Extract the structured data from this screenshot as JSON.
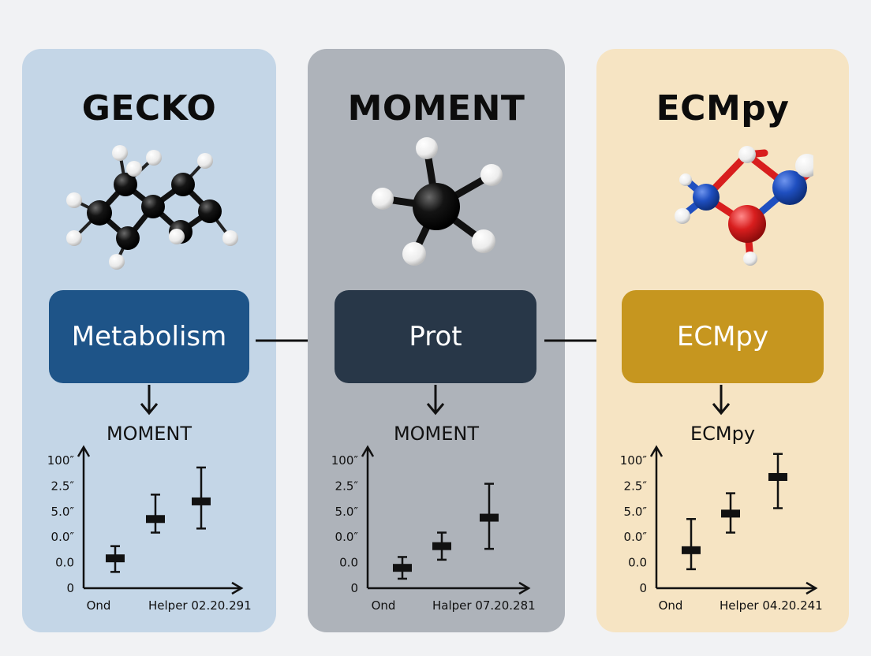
{
  "colors": {
    "panel_gecko": "#c4d6e7",
    "panel_moment": "#aeb3ba",
    "panel_ecmpy": "#f6e4c3",
    "box_gecko": "#1e5488",
    "box_moment": "#283748",
    "box_ecmpy": "#c6961f",
    "atom_carbon": "#0d0d0d",
    "atom_hydrogen": "#f2f2f2",
    "atom_oxygen": "#d81e1e",
    "atom_nitrogen": "#1f4fc0"
  },
  "panels": [
    {
      "title": "GECKO",
      "molecule_icon": "cyclic-hydrocarbon-molecule-icon",
      "box_label": "Metabolism",
      "subtitle": "MOMENT",
      "chart_data": {
        "type": "scatter",
        "ytick_labels": [
          "100″",
          "2.5″",
          "5.0″",
          "0.0″",
          "0.0",
          "0"
        ],
        "xtick_labels": [
          "Ond",
          "Helper 02.20.291"
        ],
        "points": [
          {
            "y": 1.1,
            "low": 0.6,
            "high": 1.55
          },
          {
            "y": 2.55,
            "low": 2.05,
            "high": 3.45
          },
          {
            "y": 3.2,
            "low": 2.2,
            "high": 4.45
          }
        ],
        "ylim": [
          0,
          5
        ]
      }
    },
    {
      "title": "MOMENT",
      "molecule_icon": "methane-molecule-icon",
      "box_label": "Prot",
      "subtitle": "MOMENT",
      "chart_data": {
        "type": "scatter",
        "ytick_labels": [
          "100″",
          "2.5″",
          "5.0″",
          "0.0″",
          "0.0",
          "0"
        ],
        "xtick_labels": [
          "Ond",
          "Halper 07.20.281"
        ],
        "points": [
          {
            "y": 0.75,
            "low": 0.35,
            "high": 1.15
          },
          {
            "y": 1.55,
            "low": 1.05,
            "high": 2.05
          },
          {
            "y": 2.6,
            "low": 1.45,
            "high": 3.85
          }
        ],
        "ylim": [
          0,
          5
        ]
      }
    },
    {
      "title": "ECMpy",
      "molecule_icon": "amine-oxygen-molecule-icon",
      "box_label": "ECMpy",
      "subtitle": "ECMpy",
      "chart_data": {
        "type": "scatter",
        "ytick_labels": [
          "100″",
          "2.5″",
          "5.0″",
          "0.0″",
          "0.0",
          "0"
        ],
        "xtick_labels": [
          "Ond",
          "Helper 04.20.241"
        ],
        "points": [
          {
            "y": 1.4,
            "low": 0.7,
            "high": 2.55
          },
          {
            "y": 2.75,
            "low": 2.05,
            "high": 3.5
          },
          {
            "y": 4.1,
            "low": 2.95,
            "high": 4.95
          }
        ],
        "ylim": [
          0,
          5
        ]
      }
    }
  ]
}
